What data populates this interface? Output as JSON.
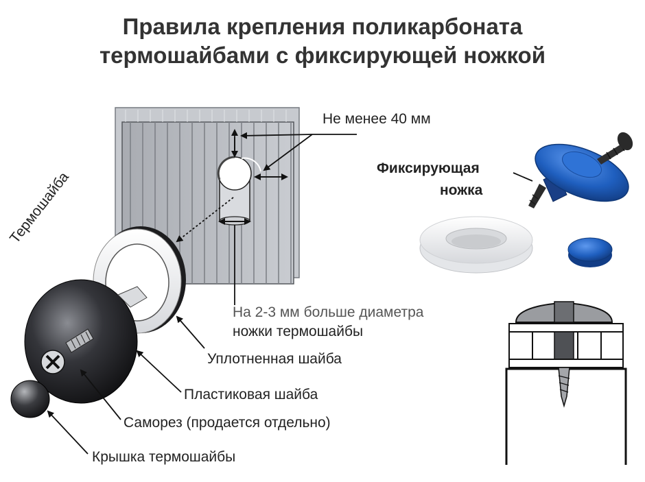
{
  "title": {
    "line1": "Правила  крепления  поликарбоната",
    "line2": "термошайбами с фиксирующей ножкой"
  },
  "labels": {
    "min_distance": "Не менее 40 мм",
    "fixing_leg_line1": "Фиксирующая",
    "fixing_leg_line2": "ножка",
    "diameter_line1": "На 2-3 мм больше диаметра",
    "diameter_line2": "ножки термошайбы",
    "sealing_washer": "Уплотненная шайба",
    "plastic_washer": "Пластиковая шайба",
    "screw": "Саморез (продается отдельно)",
    "cap": "Крышка термошайбы",
    "thermo_washer": "Термошайба"
  },
  "colors": {
    "panel": "#b8bbc0",
    "panel_rib": "#8e9197",
    "accent_blue": "#1f5fbf",
    "dark_washer": "#2a2a2e",
    "text": "#222222"
  }
}
